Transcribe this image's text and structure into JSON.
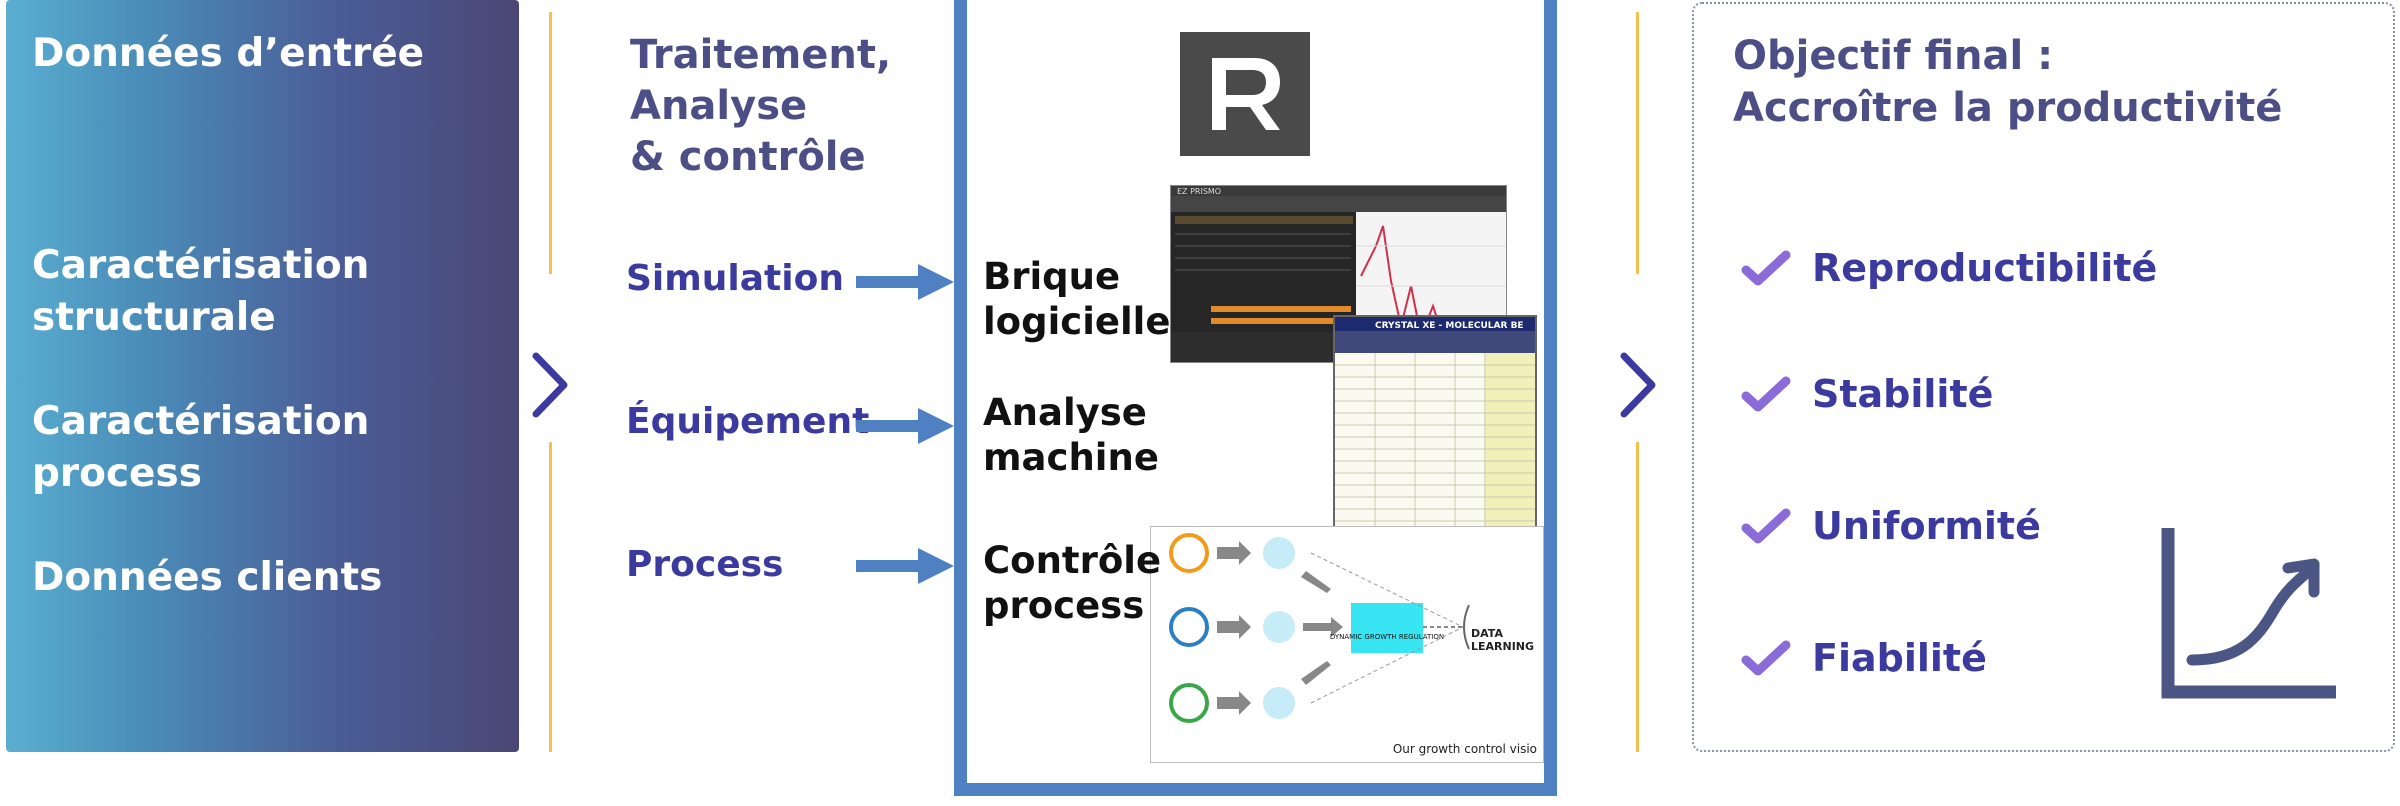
{
  "inputs": {
    "title": "Données d’entrée",
    "items": [
      "Caractérisation structurale",
      "Caractérisation process",
      "Données clients"
    ]
  },
  "processing": {
    "title_lines": [
      "Traitement,",
      "Analyse",
      "& contrôle"
    ],
    "rows": [
      {
        "source": "Simulation",
        "target_lines": [
          "Brique",
          "logicielle"
        ]
      },
      {
        "source": "Équipement",
        "target_lines": [
          "Analyse",
          "machine"
        ]
      },
      {
        "source": "Process",
        "target_lines": [
          "Contrôle",
          "process"
        ]
      }
    ]
  },
  "screenshots": {
    "shot1_title": "EZ PRISMO",
    "shot2_title": "CRYSTAL XE - MOLECULAR BE",
    "shot3_caption": "Our growth control visio",
    "shot3_node": "DYNAMIC GROWTH REGULATION",
    "shot3_output": "DATA LEARNING"
  },
  "objective": {
    "title_lines": [
      "Objectif final :",
      "Accroître la productivité"
    ],
    "items": [
      "Reproductibilité",
      "Stabilité",
      "Uniformité",
      "Fiabilité"
    ]
  },
  "colors": {
    "gradient_start": "#5aaed1",
    "gradient_end": "#4b4775",
    "heading": "#4b4f86",
    "label": "#3b3a9e",
    "arrow": "#4e80c2",
    "frame": "#4e80c2",
    "divider": "#f2c14e",
    "check": "#8a6bd8"
  },
  "icons": {
    "logo": "r-logo",
    "chevron": "chevron-right-icon",
    "check": "check-icon",
    "growth": "growth-chart-icon"
  }
}
